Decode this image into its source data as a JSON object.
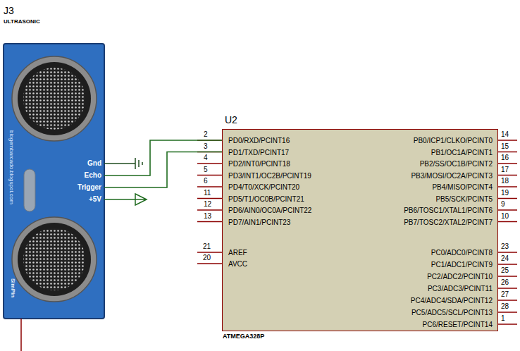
{
  "diagram": {
    "nodes": [
      {
        "text": [
          "J3",
          "ULTRASONIC",
          "Gnd",
          "Echo",
          "Trigger",
          "+5V",
          "blogembarcado.blogspot.com",
          "SimPin"
        ]
      },
      {
        "text": [
          "U2",
          "PD0/RXD/PCINT16",
          "PD1/TXD/PCINT17",
          "PD2/INT0/PCINT18",
          "PD3/INT1/OC2B/PCINT19",
          "PD4/T0/XCK/PCINT20",
          "PD5/T1/OC0B/PCINT21",
          "PD6/AIN0/OC0A/PCINT22",
          "PD7/AIN1/PCINT23",
          "AREF",
          "AVCC",
          "PB0/ICP1/CLKO/PCINT0",
          "PB1/OC1A/PCINT1",
          "PB2/SS/OC1B/PCINT2",
          "PB3/MOSI/OC2A/PCINT3",
          "PB4/MISO/PCINT4",
          "PB5/SCK/PCINT5",
          "PB6/TOSC1/XTAL1/PCINT6",
          "PB7/TOSC2/XTAL2/PCINT7",
          "PC0/ADC0/PCINT8",
          "PC1/ADC1/PCINT9",
          "PC2/ADC2/PCINT10",
          "PC3/ADC3/PCINT11",
          "PC4/ADC4/SDA/PCINT12",
          "PC5/ADC5/SCL/PCINT13",
          "PC6/RESET/PCINT14",
          "ATMEGA328P"
        ]
      }
    ],
    "edges": [
      {
        "from": 0,
        "to": 1,
        "arrow": "none"
      },
      {
        "from": 0,
        "to": 1,
        "arrow": "none"
      }
    ],
    "labels": [
      "2",
      "3",
      "4",
      "5",
      "6",
      "11",
      "12",
      "13",
      "21",
      "20",
      "14",
      "15",
      "16",
      "17",
      "18",
      "19",
      "9",
      "10",
      "23",
      "24",
      "25",
      "26",
      "27",
      "28",
      "1"
    ]
  }
}
